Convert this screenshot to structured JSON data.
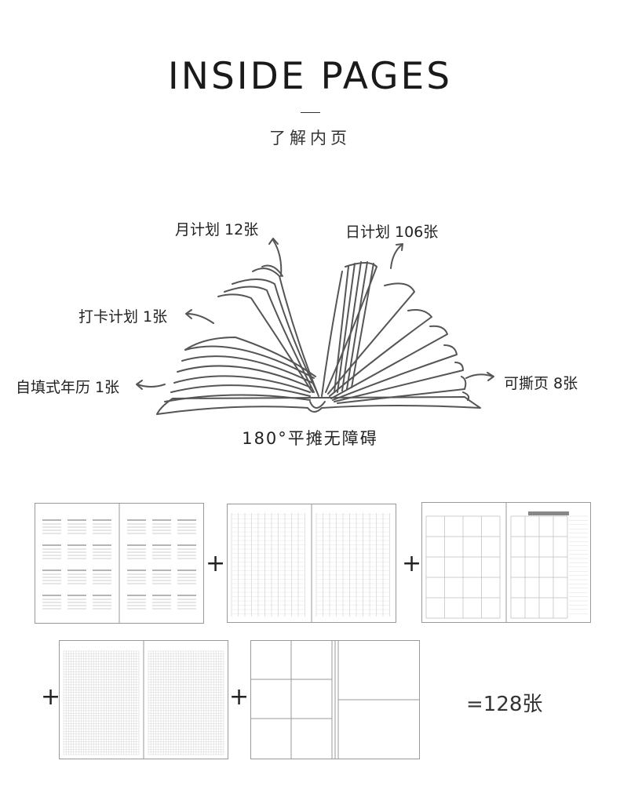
{
  "header": {
    "title": "INSIDE PAGES",
    "subtitle": "了解内页"
  },
  "book": {
    "labels": {
      "monthly": "月计划 12张",
      "daily": "日计划 106张",
      "checkin": "打卡计划 1张",
      "calendar": "自填式年历 1张",
      "tearoff": "可撕页 8张"
    },
    "flat_text": "180°平摊无障碍"
  },
  "thumbnails": {
    "plus": "+",
    "total": "=128张"
  }
}
